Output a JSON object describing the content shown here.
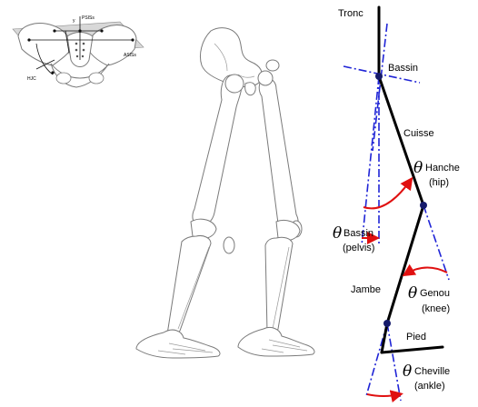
{
  "pelvis_inset": {
    "labels": {
      "y": "y",
      "psis": "PSISs",
      "asis": "ASISs",
      "hjc": "HJC"
    }
  },
  "skeleton": {
    "segment_labels": {
      "trunk": "Tronc",
      "pelvis": "Bassin",
      "thigh": "Cuisse",
      "shank": "Jambe",
      "foot": "Pied"
    },
    "angle_symbol": "θ",
    "angles": {
      "hip": {
        "name": "Hanche",
        "english": "(hip)"
      },
      "pelvis": {
        "name": "Bassin",
        "english": "(pelvis)"
      },
      "knee": {
        "name": "Genou",
        "english": "(knee)"
      },
      "ankle": {
        "name": "Cheville",
        "english": "(ankle)"
      }
    },
    "colors": {
      "segment": "#000000",
      "axis": "#1f24d6",
      "angle_arrow": "#e01010",
      "joint": "#151a6b"
    }
  }
}
